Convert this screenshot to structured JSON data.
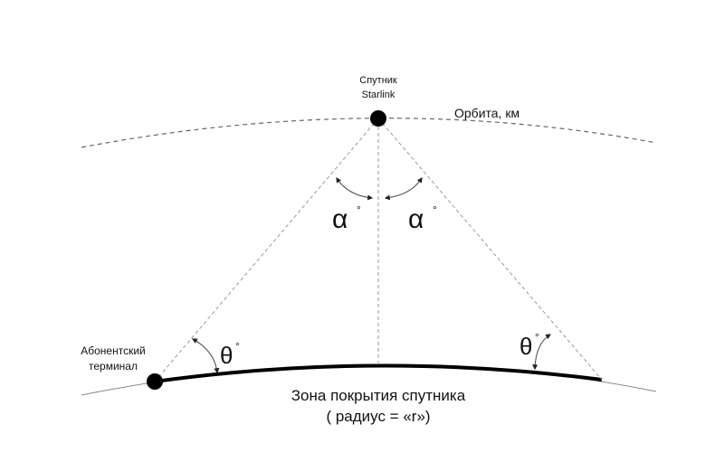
{
  "satellite": {
    "line1": "Спутник",
    "line2": "Starlink"
  },
  "orbit_label": "Орбита, км",
  "terminal": {
    "line1": "Абонентский",
    "line2": "терминал"
  },
  "angles": {
    "alpha": "α",
    "theta": "θ",
    "degree": "°"
  },
  "coverage": {
    "line1": "Зона покрытия спутника",
    "line2": "( радиус = «r»)"
  }
}
